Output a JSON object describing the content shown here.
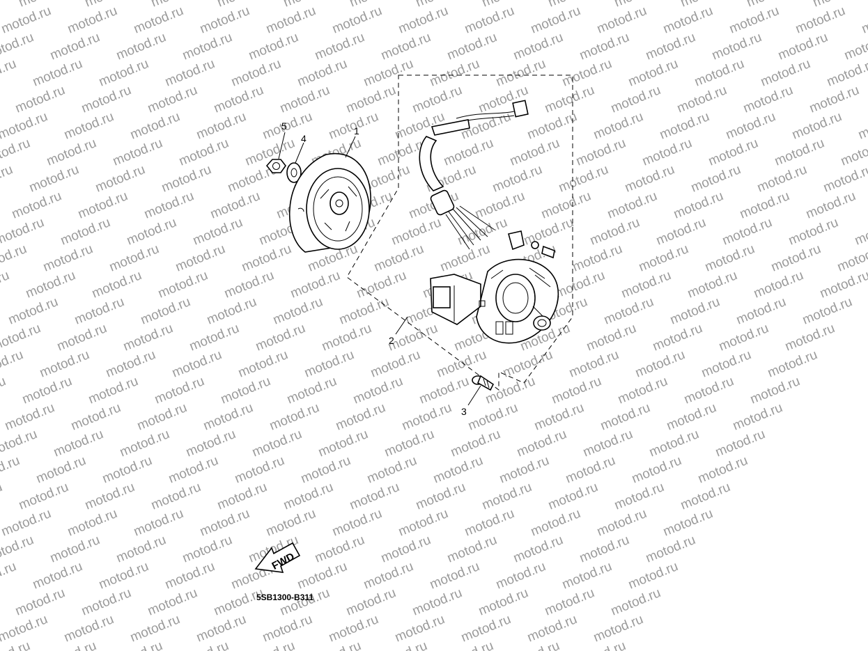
{
  "watermark": {
    "text": "motod.ru"
  },
  "diagram": {
    "code": "5SB1300-B311",
    "forward_label": "FWD",
    "callouts": [
      {
        "number": "1",
        "part": "rotor"
      },
      {
        "number": "2",
        "part": "stator-assembly"
      },
      {
        "number": "3",
        "part": "screw"
      },
      {
        "number": "4",
        "part": "washer"
      },
      {
        "number": "5",
        "part": "nut"
      }
    ]
  }
}
